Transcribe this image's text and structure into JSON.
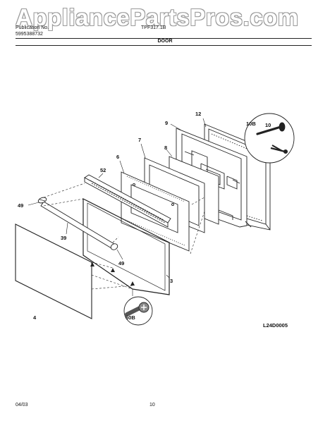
{
  "watermark": "AppliancePartsPros.com",
  "header": {
    "publication_label": "Publication No.",
    "publication_number": "5995388732",
    "model": "TPF317.1B",
    "section_title": "DOOR"
  },
  "diagram": {
    "code": "L24D0005",
    "callouts": [
      "12",
      "9",
      "10B",
      "10",
      "7",
      "8",
      "6",
      "52",
      "49",
      "39",
      "49",
      "4",
      "3",
      "60B"
    ]
  },
  "footer": {
    "date": "04/03",
    "page": "10"
  }
}
